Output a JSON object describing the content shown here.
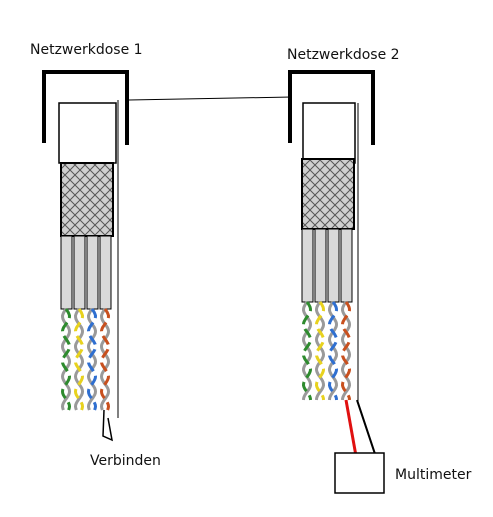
{
  "labels": {
    "outlet_1": "Netzwerkdose 1",
    "outlet_2": "Netzwerkdose 2",
    "connect": "Verbinden",
    "meter": "Multimeter"
  },
  "colors": {
    "outline": "#000000",
    "jacket_fill": "#cfcfcf",
    "insulation_fill": "#d9d9d9",
    "pair_green": "#2e8b2e",
    "pair_yellow": "#e8d21e",
    "pair_blue": "#2f6fd0",
    "pair_orange": "#c8501e",
    "probe_red": "#e01010",
    "probe_black": "#000000"
  },
  "wire_pairs": [
    "green",
    "yellow",
    "blue",
    "orange"
  ]
}
